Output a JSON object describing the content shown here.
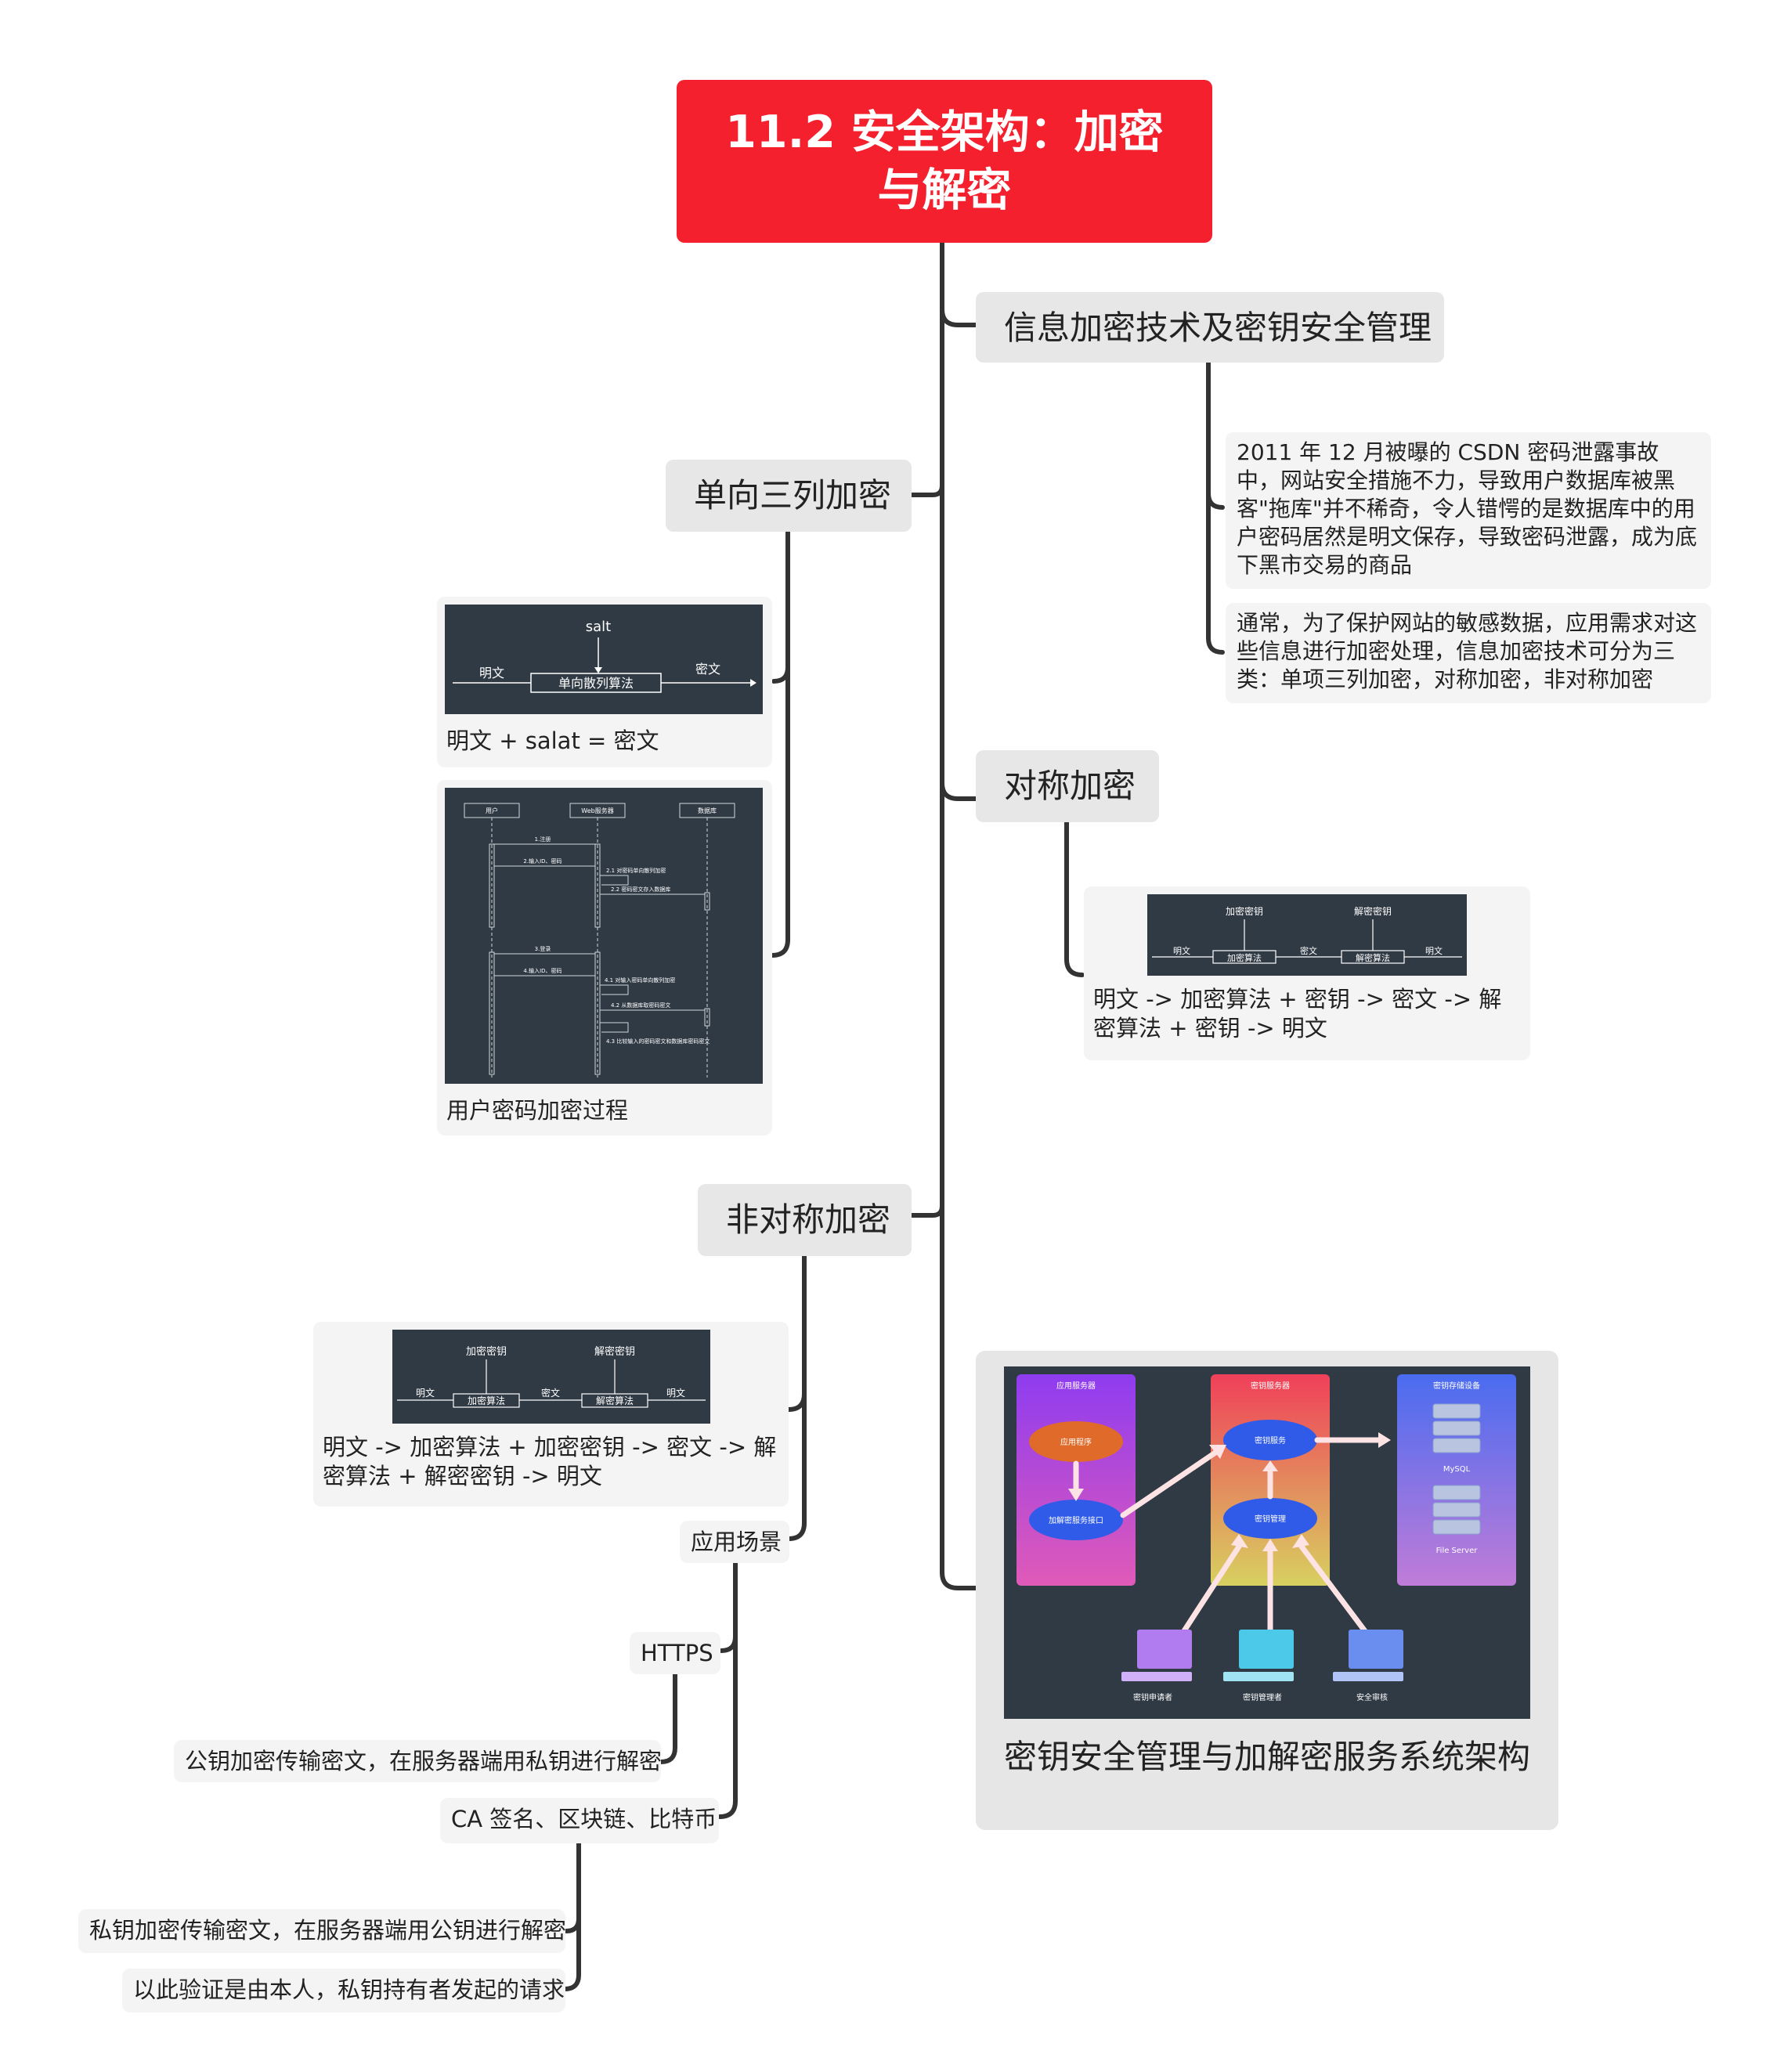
{
  "root": {
    "title": "11.2 安全架构：加密与解密"
  },
  "info": {
    "title": "信息加密技术及密钥安全管理",
    "note1": "2011 年 12 月被曝的 CSDN 密码泄露事故中，网站安全措施不力，导致用户数据库被黑客\"拖库\"并不稀奇，令人错愕的是数据库中的用户密码居然是明文保存，导致密码泄露，成为底下黑市交易的商品",
    "note2": "通常，为了保护网站的敏感数据，应用需求对这些信息进行加密处理，信息加密技术可分为三类：单项三列加密，对称加密，非对称加密"
  },
  "hash": {
    "title": "单向三列加密",
    "fig1": {
      "salt": "salt",
      "plain": "明文",
      "algo": "单向散列算法",
      "cipher": "密文"
    },
    "caption1": "明文 + salat = 密文",
    "fig2": {
      "actors": [
        "用户",
        "Web服务器",
        "数据库"
      ],
      "steps": [
        "1.注册",
        "2.输入ID、密码",
        "2.1 对密码单向散列加密",
        "2.2 密码密文存入数据库",
        "3.登录",
        "4.输入ID、密码",
        "4.1 对输入密码单向散列加密",
        "4.2 从数据库取密码密文",
        "4.3 比较输入的密码密文和数据库密码密文"
      ]
    },
    "caption2": "用户密码加密过程"
  },
  "sym": {
    "title": "对称加密",
    "fig": {
      "enc_key": "加密密钥",
      "dec_key": "解密密钥",
      "plain_in": "明文",
      "enc_algo": "加密算法",
      "cipher": "密文",
      "dec_algo": "解密算法",
      "plain_out": "明文"
    },
    "caption": "明文 -> 加密算法 + 密钥 -> 密文 -> 解密算法 + 密钥 -> 明文"
  },
  "asym": {
    "title": "非对称加密",
    "fig": {
      "enc_key": "加密密钥",
      "dec_key": "解密密钥",
      "plain_in": "明文",
      "enc_algo": "加密算法",
      "cipher": "密文",
      "dec_algo": "解密算法",
      "plain_out": "明文"
    },
    "caption": "明文  -> 加密算法 + 加密密钥 -> 密文 -> 解密算法 + 解密密钥 -> 明文",
    "scenes": {
      "title": "应用场景",
      "https": "HTTPS",
      "https_note": "公钥加密传输密文，在服务器端用私钥进行解密",
      "ca": "CA 签名、区块链、比特币",
      "ca_note1": "私钥加密传输密文，在服务器端用公钥进行解密",
      "ca_note2": "以此验证是由本人，私钥持有者发起的请求"
    }
  },
  "arch": {
    "caption": "密钥安全管理与加解密服务系统架构",
    "fig": {
      "col1": "应用服务器",
      "col2": "密钥服务器",
      "col3": "密钥存储设备",
      "app": "应用程序",
      "iface": "加解密服务接口",
      "keysvc": "密钥服务",
      "keymgr": "密钥管理",
      "mysql": "MySQL",
      "fileserver": "File Server",
      "pc1": "密钥申请者",
      "pc2": "密钥管理者",
      "pc3": "安全审核"
    }
  },
  "colors": {
    "root": "#f5202e",
    "branch_bg": "#e7e7e7",
    "note_bg": "#f4f4f4",
    "line": "#333333",
    "figure_bg": "#303a45"
  }
}
